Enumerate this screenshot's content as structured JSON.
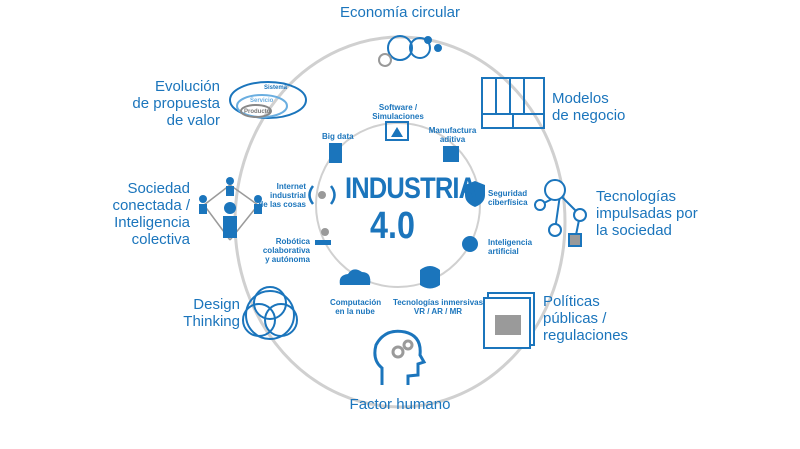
{
  "center": {
    "line1": "INDUSTRIA",
    "line2": "4.0"
  },
  "outer": {
    "economia": "Economía circular",
    "modelos": [
      "Modelos",
      "de negocio"
    ],
    "tecnologias": [
      "Tecnologías",
      "impulsadas por",
      "la sociedad"
    ],
    "politicas": [
      "Políticas",
      "públicas /",
      "regulaciones"
    ],
    "factor": "Factor humano",
    "design": [
      "Design",
      "Thinking"
    ],
    "sociedad": [
      "Sociedad",
      "conectada /",
      "Inteligencia",
      "colectiva"
    ],
    "evolucion": [
      "Evolución",
      "de propuesta",
      "de valor"
    ],
    "evolucion_icon": {
      "sistema": "Sistema",
      "servicio": "Servicio",
      "producto": "Producto"
    }
  },
  "inner": {
    "software": [
      "Software /",
      "Simulaciones"
    ],
    "manufactura": [
      "Manufactura",
      "aditiva"
    ],
    "seguridad": [
      "Seguridad",
      "ciberfísica"
    ],
    "ia": [
      "Inteligencia",
      "artificial"
    ],
    "inmersivas": [
      "Tecnologías inmersivas",
      "VR / AR / MR"
    ],
    "nube": [
      "Computación",
      "en la nube"
    ],
    "robotica": [
      "Robótica",
      "colaborativa",
      "y autónoma"
    ],
    "iot": [
      "Internet",
      "industrial",
      "de las cosas"
    ],
    "bigdata": "Big data"
  },
  "colors": {
    "accent": "#1b75bc",
    "ring": "#cfcfcf",
    "icon_gray": "#9a9a9a"
  }
}
